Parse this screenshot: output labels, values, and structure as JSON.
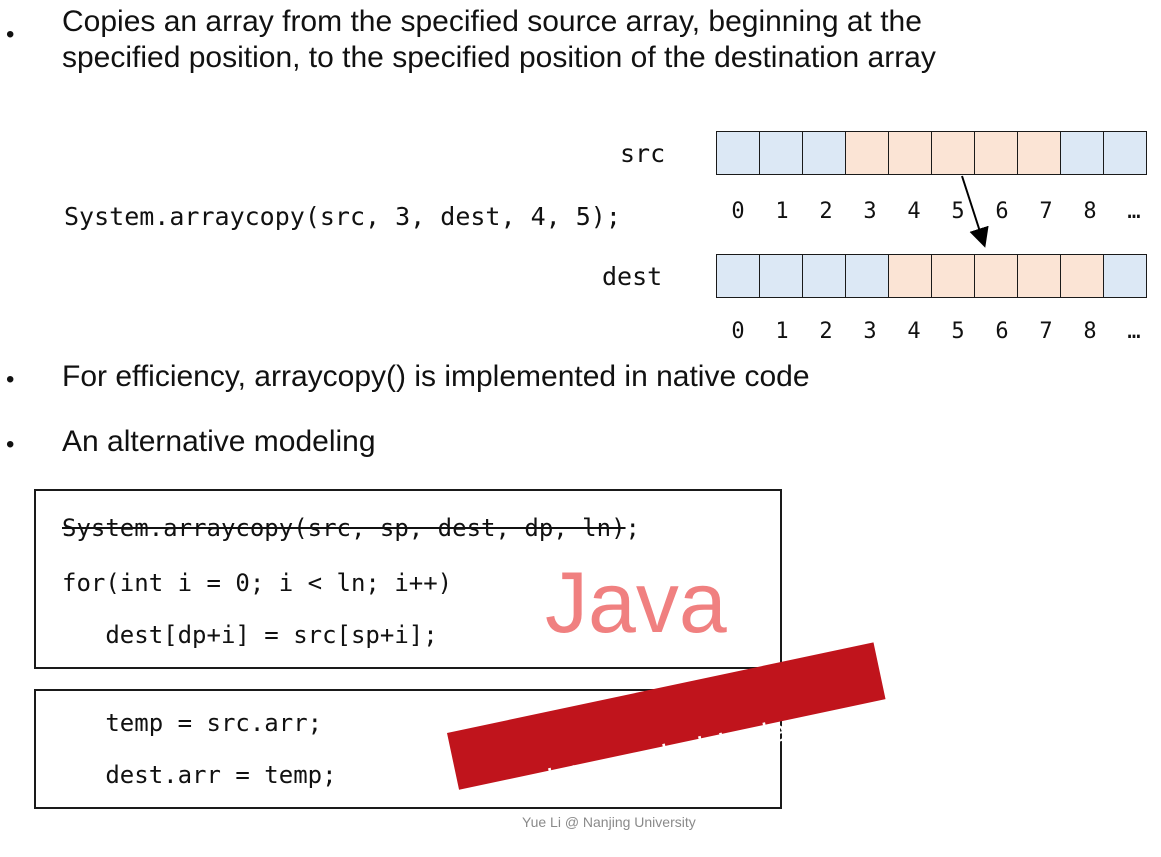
{
  "bullets": [
    {
      "line1": "Copies an array from the specified source array, beginning at the",
      "line2": "specified position, to the specified position of the destination array"
    },
    {
      "line1": "For efficiency, arraycopy() is implemented in native code"
    },
    {
      "line1": "An alternative modeling"
    }
  ],
  "bullet_glyph": "•",
  "diagram": {
    "src_label": "src",
    "dest_label": "dest",
    "call": "System.arraycopy(src, 3, dest, 4, 5);",
    "indices": [
      "0",
      "1",
      "2",
      "3",
      "4",
      "5",
      "6",
      "7",
      "8",
      "…"
    ],
    "src_cells": [
      "blue",
      "blue",
      "blue",
      "orange",
      "orange",
      "orange",
      "orange",
      "orange",
      "blue",
      "blue"
    ],
    "dest_cells": [
      "blue",
      "blue",
      "blue",
      "blue",
      "orange",
      "orange",
      "orange",
      "orange",
      "orange",
      "blue"
    ],
    "colors": {
      "blue": "#dce8f5",
      "orange": "#fbe4d5"
    }
  },
  "code_box_1": {
    "line1_struck": "System.arraycopy(src, sp, dest, dp, ln)",
    "line1_tail": ";",
    "line2": "for(int i = 0; i < ln; i++)",
    "line3": "   dest[dp+i] = src[sp+i];"
  },
  "java_label": "Java",
  "code_box_2": {
    "line1": "   temp = src.arr;",
    "line2": "   dest.arr = temp;"
  },
  "banner": "pointer analysis's view",
  "footer": "Yue Li @ Nanjing University"
}
